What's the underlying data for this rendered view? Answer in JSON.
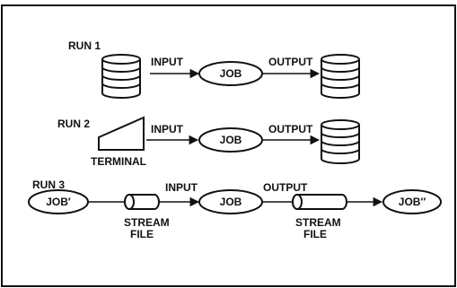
{
  "run1": {
    "label": "RUN 1",
    "input_label": "INPUT",
    "job_label": "JOB",
    "output_label": "OUTPUT"
  },
  "run2": {
    "label": "RUN 2",
    "terminal_label": "TERMINAL",
    "input_label": "INPUT",
    "job_label": "JOB",
    "output_label": "OUTPUT"
  },
  "run3": {
    "label": "RUN 3",
    "job_prime_label": "JOB′",
    "input_label": "INPUT",
    "stream_file_1_line1": "STREAM",
    "stream_file_1_line2": "FILE",
    "job_label": "JOB",
    "output_label": "OUTPUT",
    "stream_file_2_line1": "STREAM",
    "stream_file_2_line2": "FILE",
    "job_double_prime_label": "JOB″"
  },
  "icons": {
    "disk": "disk-pack-icon",
    "terminal": "terminal-icon",
    "stream_file": "stream-file-cylinder-icon"
  }
}
